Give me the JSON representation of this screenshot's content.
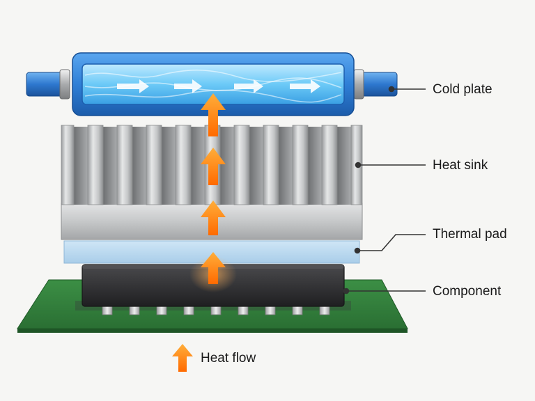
{
  "labels": {
    "cold_plate": "Cold plate",
    "heat_sink": "Heat sink",
    "thermal_pad": "Thermal pad",
    "component": "Component",
    "heat_flow": "Heat flow"
  },
  "colors": {
    "background": "#f6f6f4",
    "cold_plate_blue": "#2f7fd6",
    "coolant_light": "#7fd0f5",
    "heat_arrow_orange": "#ff8a1e",
    "heat_sink_silver": "#c9cbcc",
    "thermal_pad_blue": "#b9d8ef",
    "component_body": "#2c2c2e",
    "pcb_green": "#2f7d3a",
    "leader_line": "#333333"
  },
  "icons": {
    "flow_arrow": "right-arrow-icon",
    "heat_arrow": "up-arrow-icon"
  }
}
